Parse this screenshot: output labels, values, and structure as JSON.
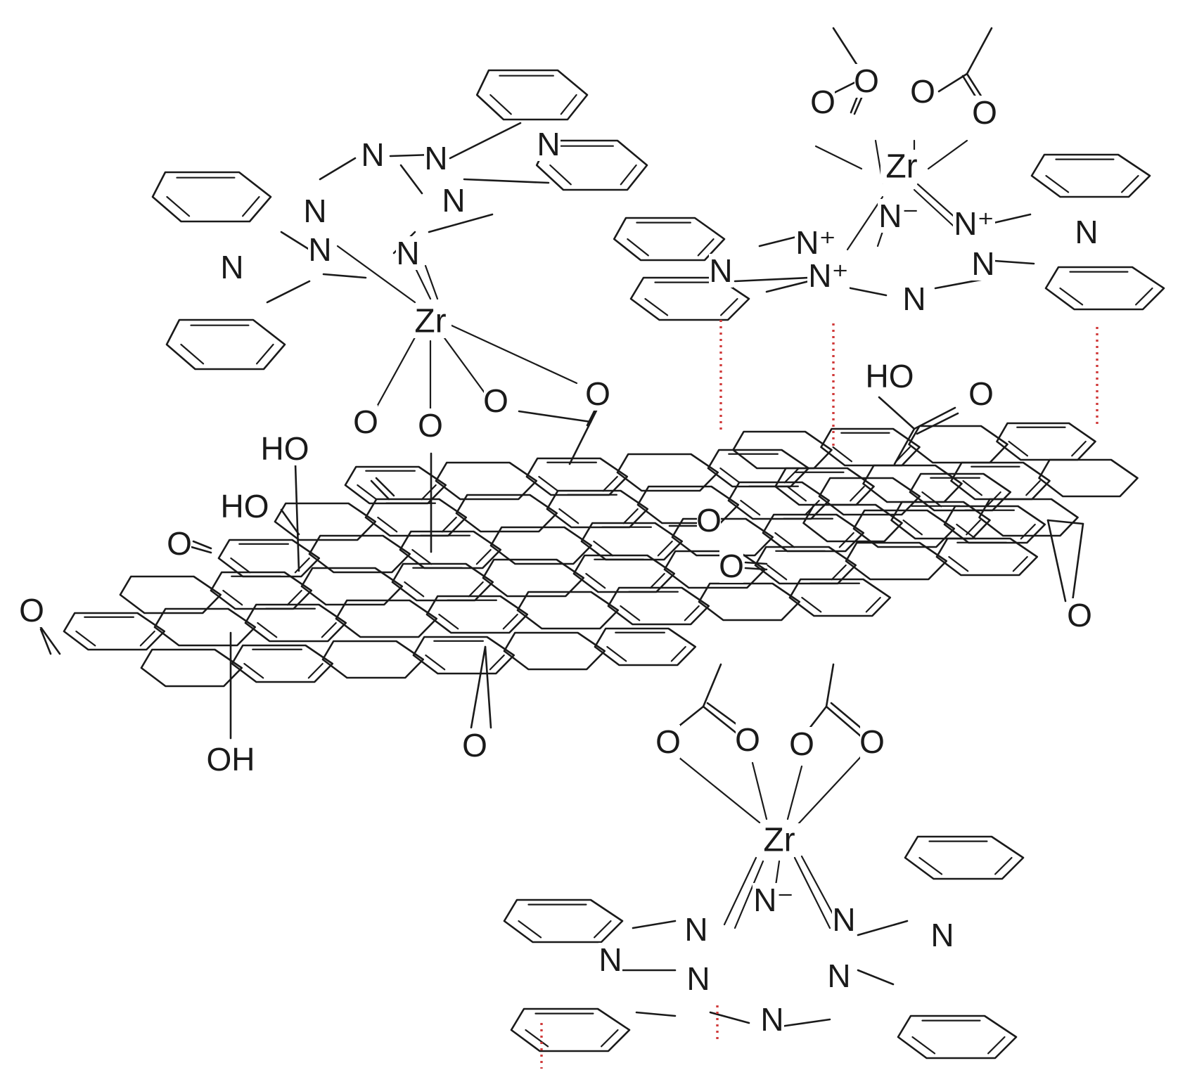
{
  "image_kind": "chemical structure diagram",
  "labels": {
    "zr": "Zr",
    "n": "N",
    "n_plus": "N⁺",
    "n_minus": "N⁻",
    "o": "O",
    "ho": "HO",
    "oh": "OH"
  },
  "colors": {
    "bond": "#1a1a1a",
    "pi_stacking": "#d03a3a",
    "background": "#ffffff"
  }
}
